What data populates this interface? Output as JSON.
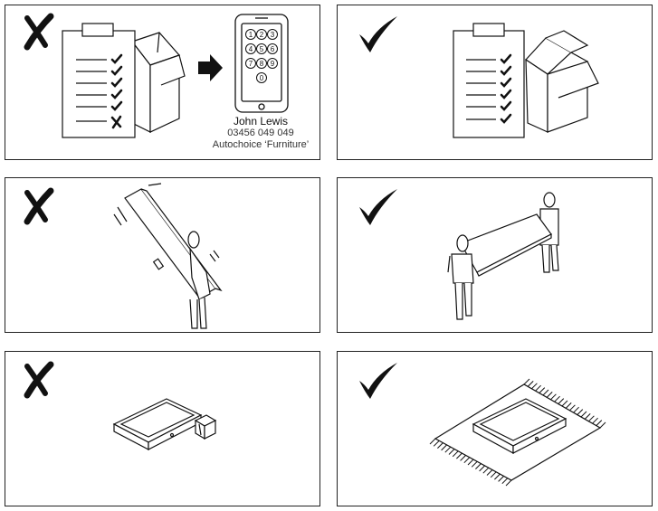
{
  "panels": [
    {
      "id": "contents-check",
      "verdict": "wrong",
      "verdict_icon": "cross-icon"
    },
    {
      "id": "contents-check",
      "verdict": "right",
      "verdict_icon": "check-icon"
    },
    {
      "id": "lifting",
      "verdict": "wrong",
      "verdict_icon": "cross-icon"
    },
    {
      "id": "lifting",
      "verdict": "right",
      "verdict_icon": "check-icon"
    },
    {
      "id": "placement",
      "verdict": "wrong",
      "verdict_icon": "cross-icon"
    },
    {
      "id": "placement",
      "verdict": "right",
      "verdict_icon": "check-icon"
    }
  ],
  "contact": {
    "name": "John Lewis",
    "phone": "03456 049 049",
    "option": "Autochoice ‘Furniture’"
  },
  "phone_keys": [
    "1",
    "2",
    "3",
    "4",
    "5",
    "6",
    "7",
    "8",
    "9",
    "0"
  ],
  "colors": {
    "ink": "#111111",
    "border": "#222222"
  }
}
